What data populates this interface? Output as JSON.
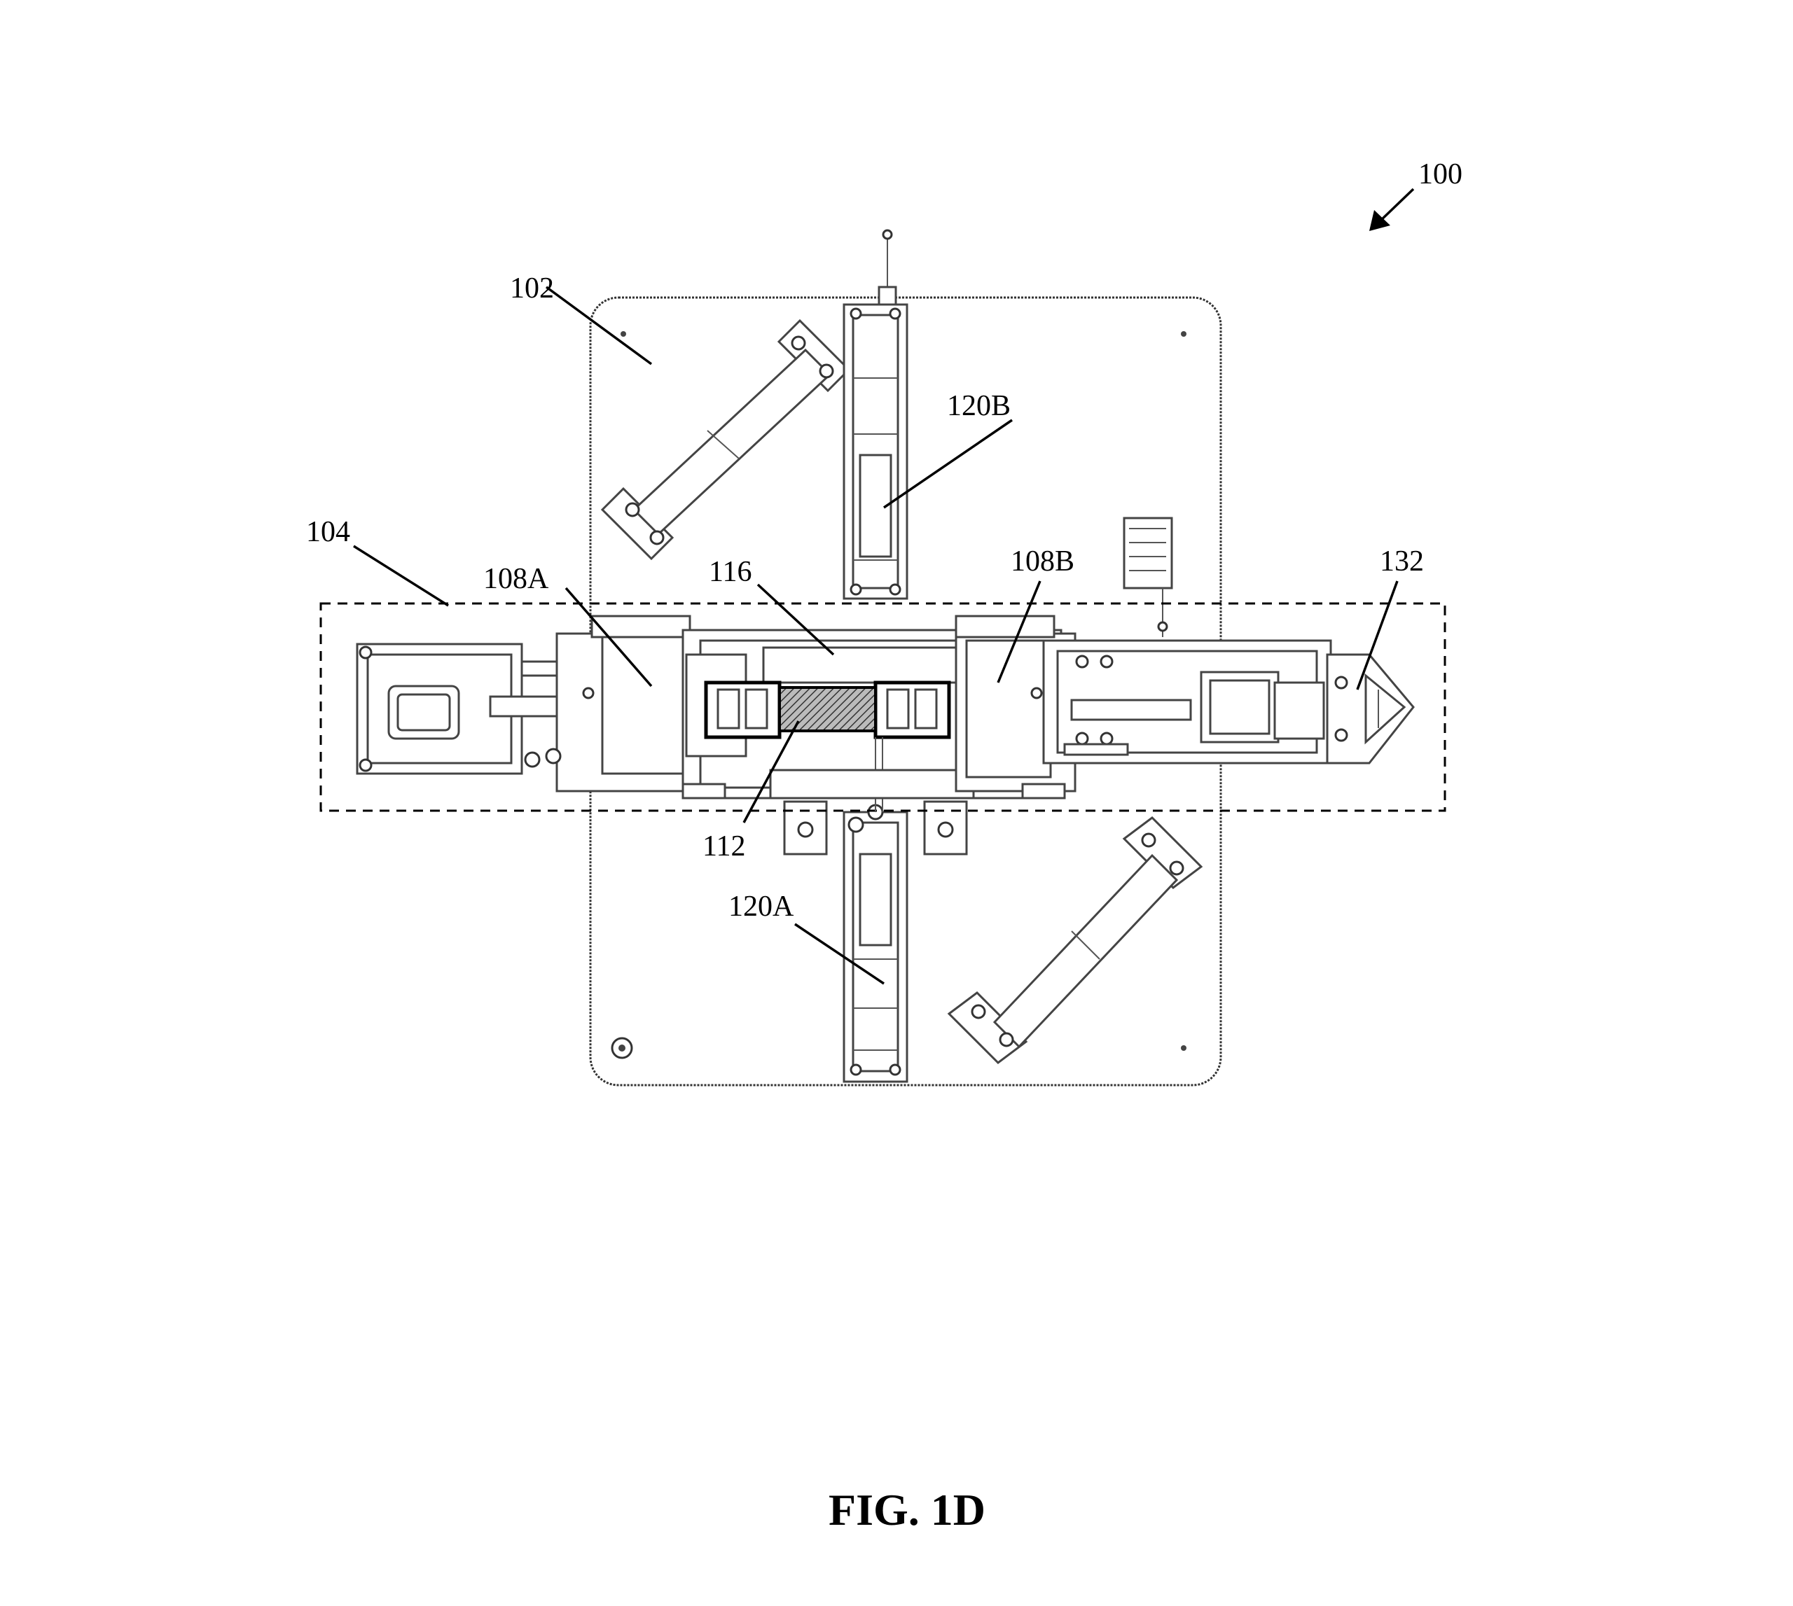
{
  "figure": {
    "caption": "FIG. 1D",
    "labels": {
      "l100": "100",
      "l102": "102",
      "l104": "104",
      "l108A": "108A",
      "l108B": "108B",
      "l112": "112",
      "l116": "116",
      "l120A": "120A",
      "l120B": "120B",
      "l132": "132"
    }
  }
}
